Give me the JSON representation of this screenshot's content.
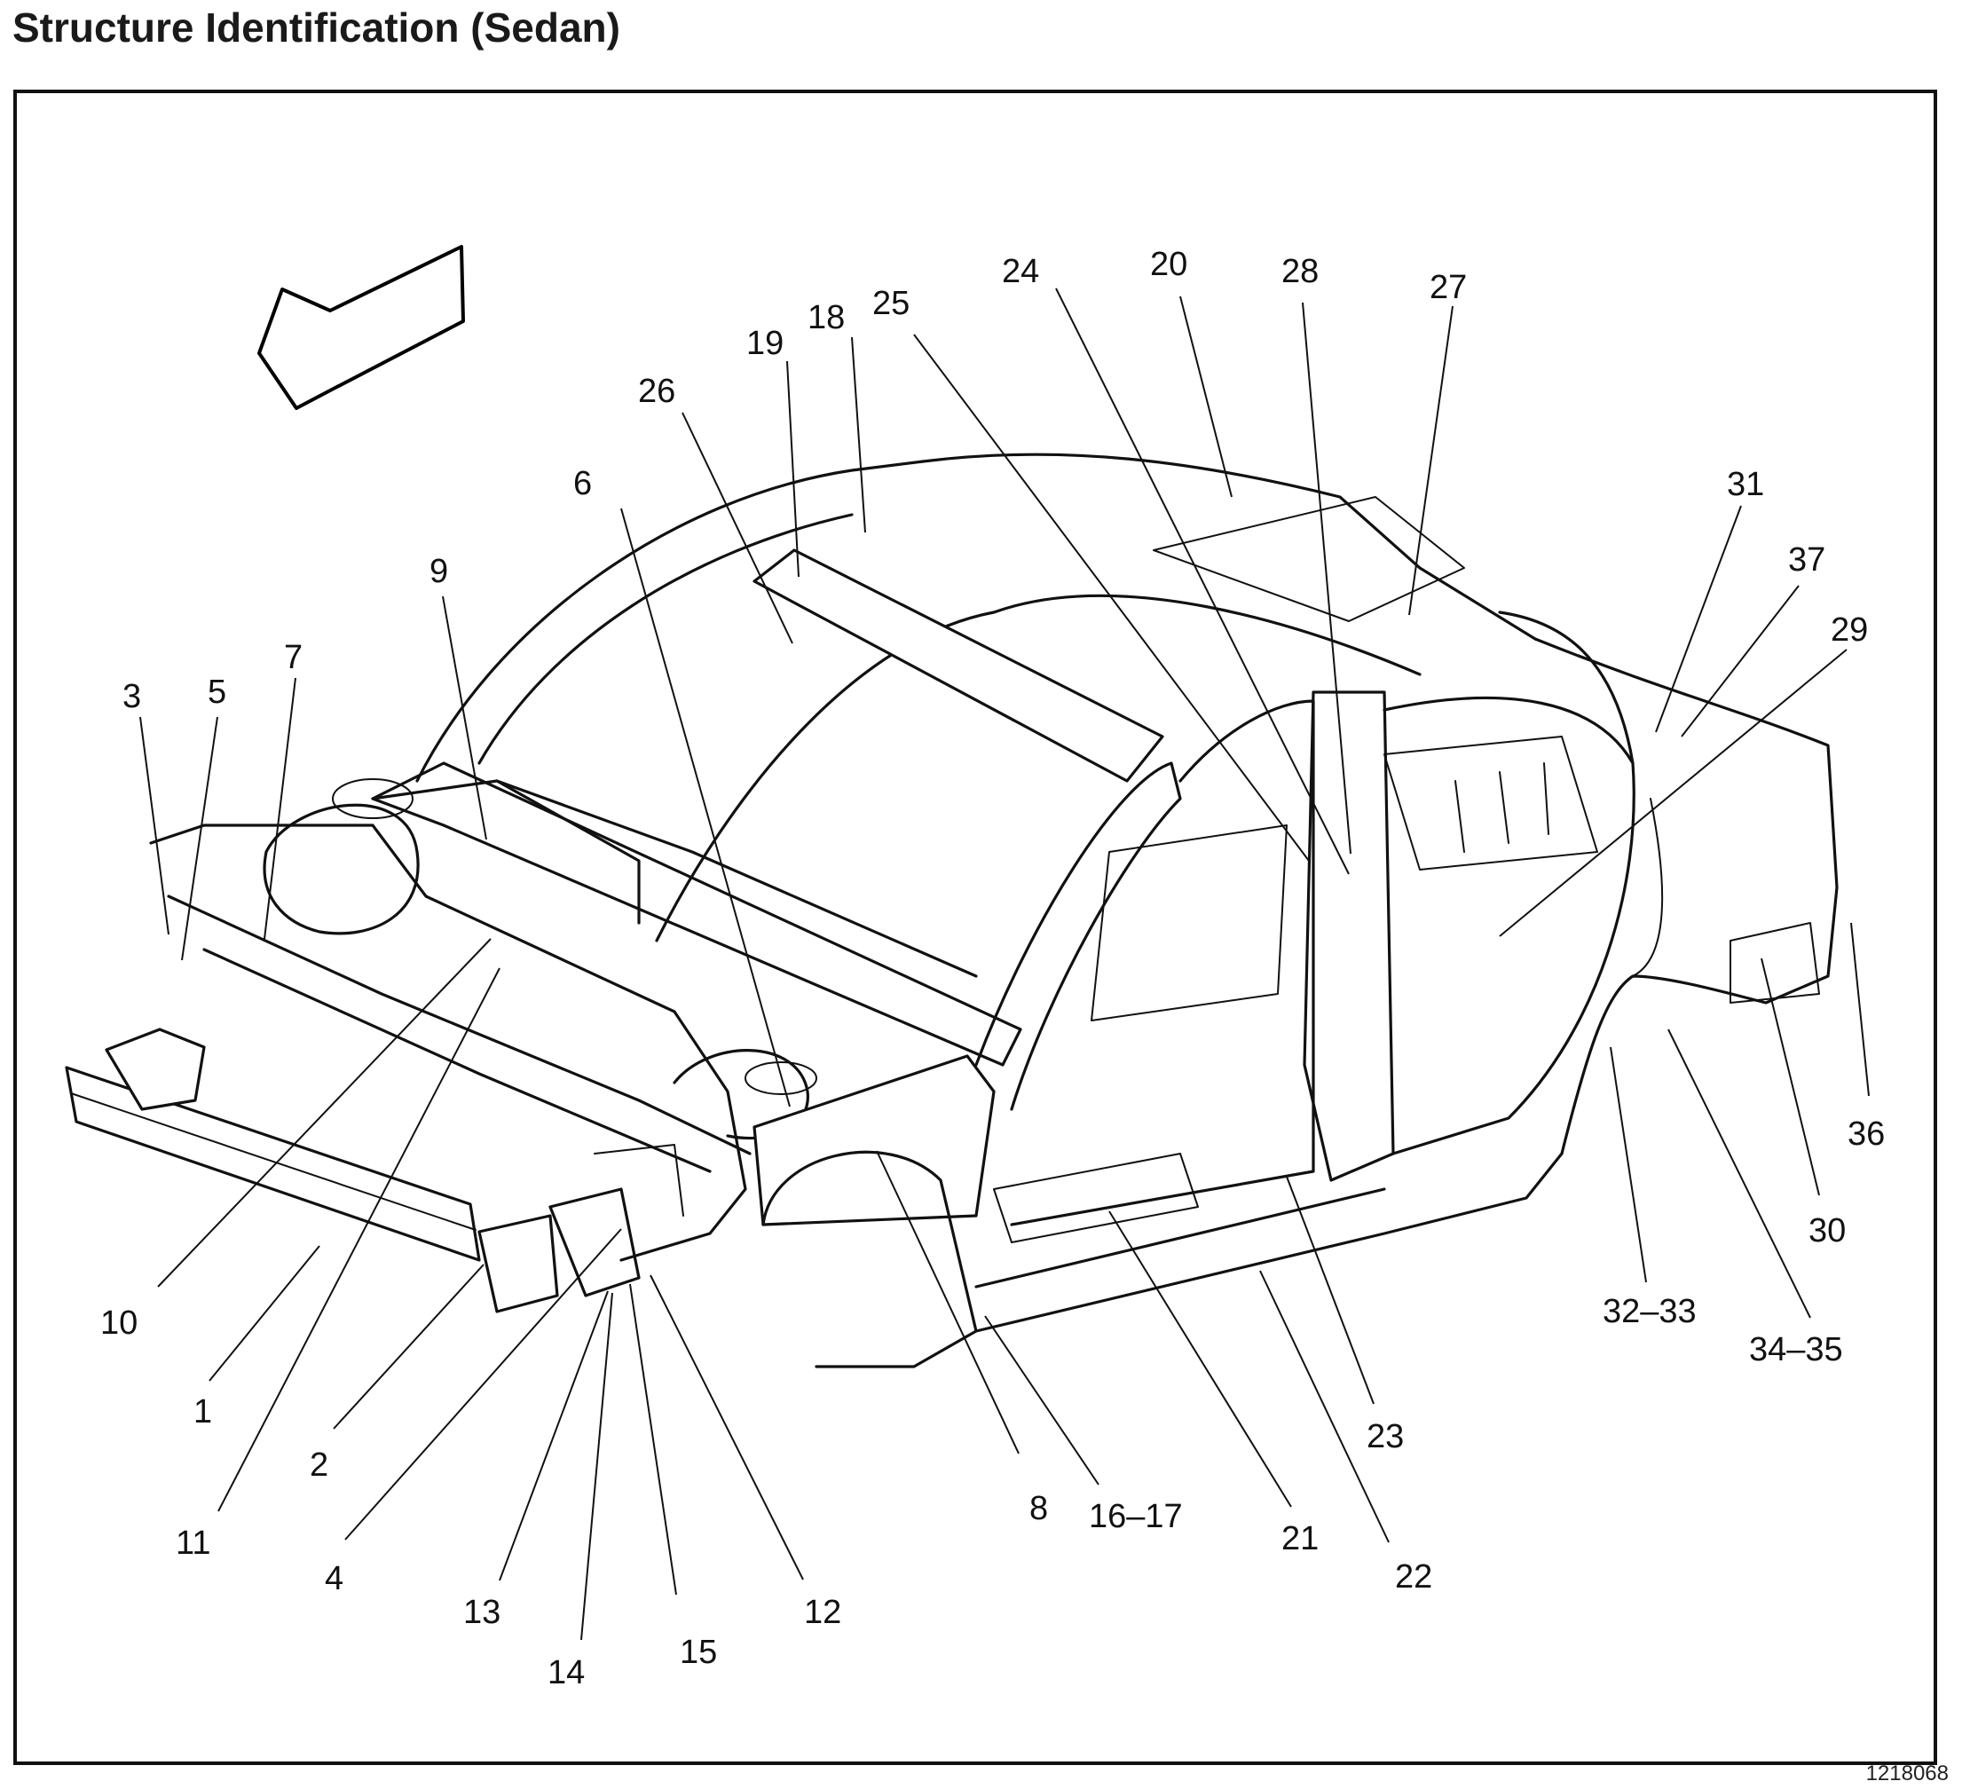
{
  "title": "Structure Identification (Sedan)",
  "figure_id": "1218068",
  "icons": {
    "direction_arrow": "front-direction-arrow-icon"
  },
  "callouts": [
    {
      "id": "c1",
      "text": "1"
    },
    {
      "id": "c2",
      "text": "2"
    },
    {
      "id": "c3",
      "text": "3"
    },
    {
      "id": "c4",
      "text": "4"
    },
    {
      "id": "c5",
      "text": "5"
    },
    {
      "id": "c6",
      "text": "6"
    },
    {
      "id": "c7",
      "text": "7"
    },
    {
      "id": "c8",
      "text": "8"
    },
    {
      "id": "c9",
      "text": "9"
    },
    {
      "id": "c10",
      "text": "10"
    },
    {
      "id": "c11",
      "text": "11"
    },
    {
      "id": "c12",
      "text": "12"
    },
    {
      "id": "c13",
      "text": "13"
    },
    {
      "id": "c14",
      "text": "14"
    },
    {
      "id": "c15",
      "text": "15"
    },
    {
      "id": "c16",
      "text": "16–17"
    },
    {
      "id": "c18",
      "text": "18"
    },
    {
      "id": "c19",
      "text": "19"
    },
    {
      "id": "c20",
      "text": "20"
    },
    {
      "id": "c21",
      "text": "21"
    },
    {
      "id": "c22",
      "text": "22"
    },
    {
      "id": "c23",
      "text": "23"
    },
    {
      "id": "c24",
      "text": "24"
    },
    {
      "id": "c25",
      "text": "25"
    },
    {
      "id": "c26",
      "text": "26"
    },
    {
      "id": "c27",
      "text": "27"
    },
    {
      "id": "c28",
      "text": "28"
    },
    {
      "id": "c29",
      "text": "29"
    },
    {
      "id": "c30",
      "text": "30"
    },
    {
      "id": "c31",
      "text": "31"
    },
    {
      "id": "c32",
      "text": "32–33"
    },
    {
      "id": "c34",
      "text": "34–35"
    },
    {
      "id": "c36",
      "text": "36"
    },
    {
      "id": "c37",
      "text": "37"
    }
  ]
}
